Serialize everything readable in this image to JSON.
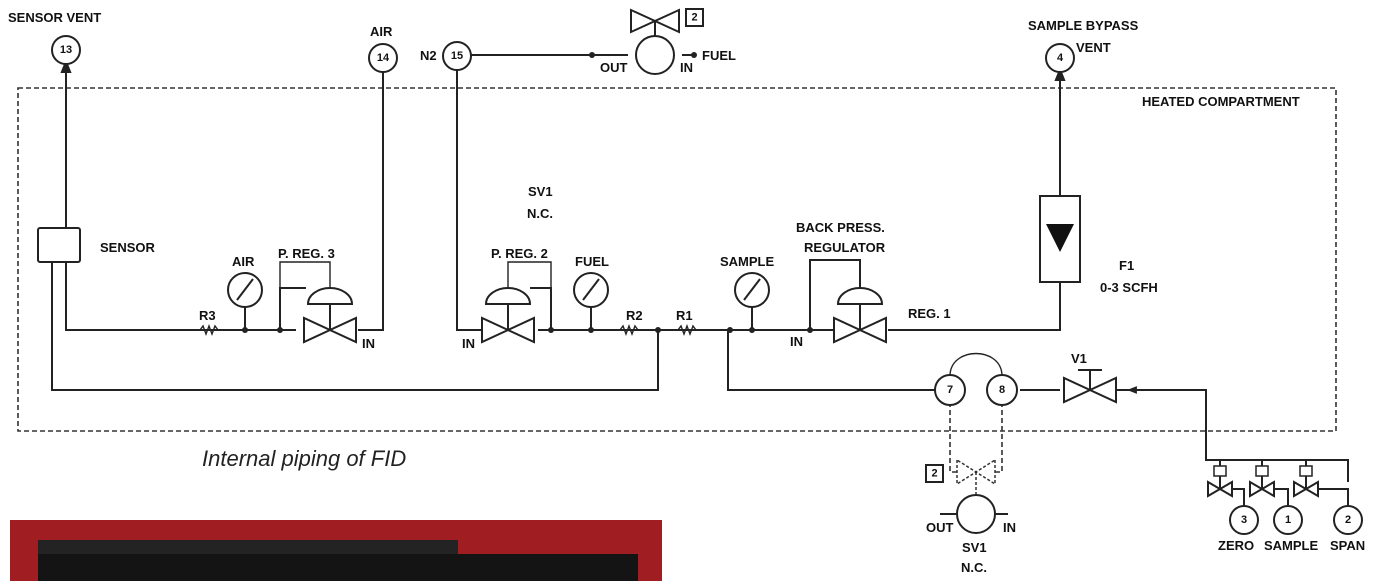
{
  "caption": "Internal piping of FID",
  "ports": {
    "p13": "13",
    "p14": "14",
    "p15": "15",
    "p4": "4",
    "p7": "7",
    "p8": "8",
    "p3": "3",
    "p1": "1",
    "p2": "2"
  },
  "markers": {
    "top": "2",
    "bottom": "2"
  },
  "labels": {
    "sensor_vent": "SENSOR VENT",
    "air_top": "AIR",
    "n2": "N2",
    "out_top": "OUT",
    "in_top": "IN",
    "fuel_top": "FUEL",
    "sample_bypass": "SAMPLE BYPASS",
    "vent": "VENT",
    "heated_compartment": "HEATED COMPARTMENT",
    "sensor": "SENSOR",
    "air_gauge": "AIR",
    "p_reg_3": "P. REG. 3",
    "r3": "R3",
    "in_reg3": "IN",
    "sv1_top": "SV1",
    "nc_top": "N.C.",
    "p_reg_2": "P. REG. 2",
    "fuel_gauge": "FUEL",
    "in_reg2": "IN",
    "r2": "R2",
    "r1": "R1",
    "sample_gauge": "SAMPLE",
    "back_press": "BACK PRESS.",
    "regulator": "REGULATOR",
    "in_reg1": "IN",
    "reg_1": "REG. 1",
    "f1": "F1",
    "f1_range": "0-3 SCFH",
    "v1": "V1",
    "out_bottom": "OUT",
    "in_bottom": "IN",
    "sv1_bottom": "SV1",
    "nc_bottom": "N.C.",
    "zero": "ZERO",
    "sample": "SAMPLE",
    "span": "SPAN"
  }
}
